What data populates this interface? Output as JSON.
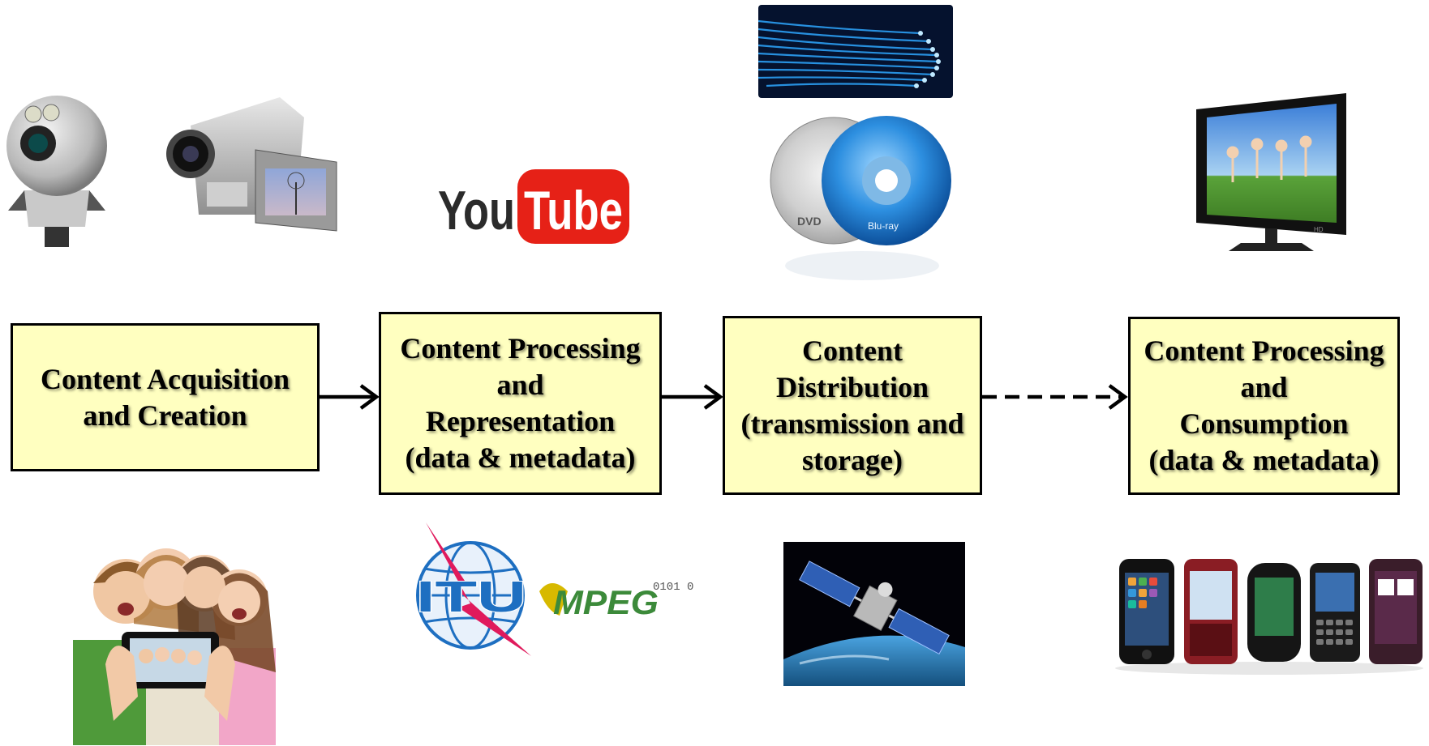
{
  "stages": [
    {
      "label": "Content Acquisition\nand Creation"
    },
    {
      "label": "Content  Processing\nand\nRepresentation\n(data & metadata)"
    },
    {
      "label": "Content\nDistribution\n(transmission and\nstorage)"
    },
    {
      "label": "Content Processing\nand\nConsumption\n(data & metadata)"
    }
  ],
  "connectors": [
    {
      "from": 1,
      "to": 2,
      "style": "solid"
    },
    {
      "from": 2,
      "to": 3,
      "style": "solid"
    },
    {
      "from": 3,
      "to": 4,
      "style": "dashed"
    }
  ],
  "logos": {
    "youtube_you": "You",
    "youtube_tube": "Tube",
    "itu": "ITU",
    "mpeg": "MPEG",
    "mpeg_bits": "0101 0",
    "dvd": "DVD",
    "bluray": "Blu-ray",
    "tv_brand": "HD"
  },
  "colors": {
    "box_fill": "#ffffc0",
    "youtube_red": "#e62117",
    "itu_blue": "#1e6fc1",
    "mpeg_green": "#3c8a3a"
  },
  "icons": [
    "ptz-camera-icon",
    "camcorder-icon",
    "children-photo-icon",
    "youtube-logo",
    "itu-logo",
    "mpeg-logo",
    "fiber-optic-icon",
    "dvd-bluray-discs-icon",
    "satellite-earth-icon",
    "flat-tv-icon",
    "smartphones-icon"
  ]
}
